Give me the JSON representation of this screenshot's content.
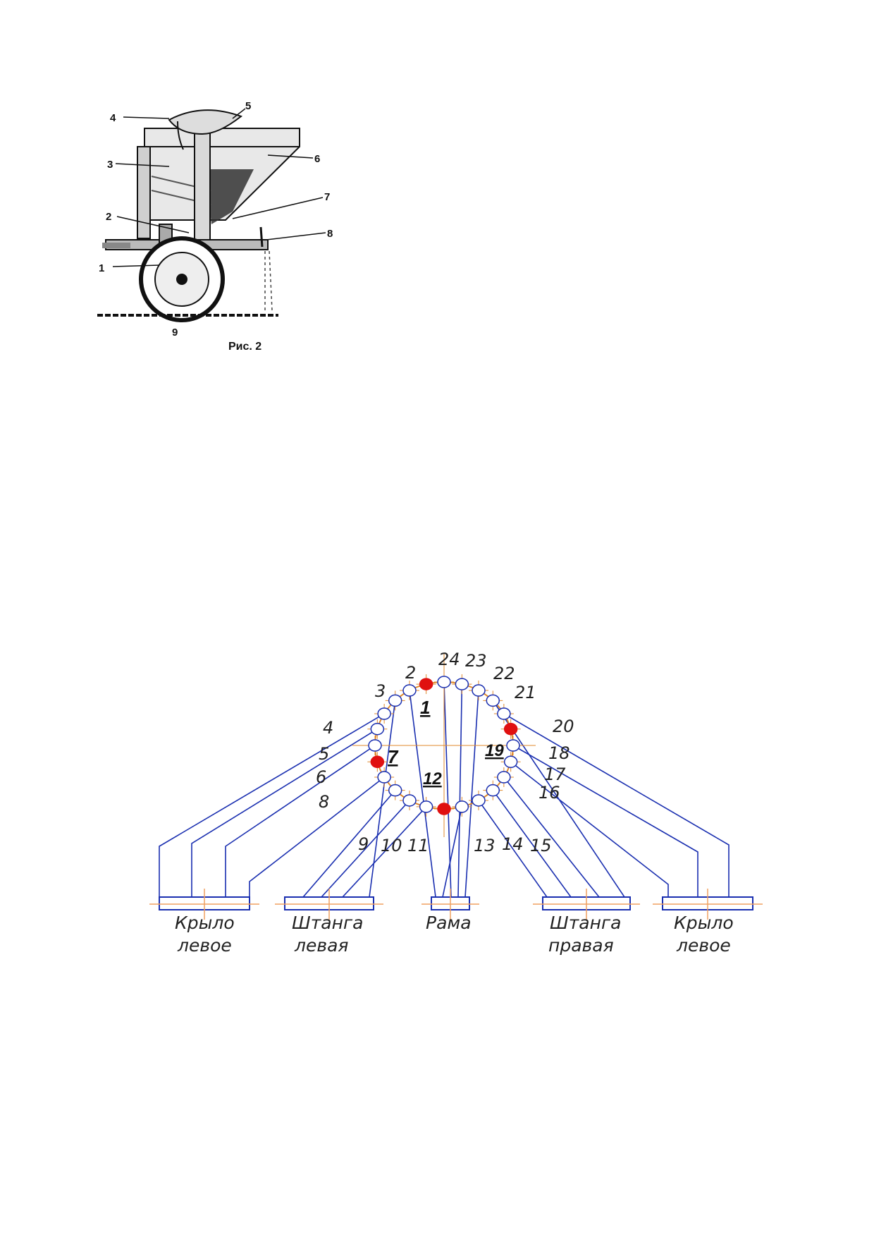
{
  "figure1": {
    "caption": "Рис. 2",
    "callouts": [
      "1",
      "2",
      "3",
      "4",
      "5",
      "6",
      "7",
      "8",
      "9"
    ]
  },
  "figure2": {
    "ring_labels": [
      "2",
      "3",
      "4",
      "5",
      "6",
      "8",
      "9",
      "10",
      "11",
      "13",
      "14",
      "15",
      "16",
      "17",
      "18",
      "20",
      "21",
      "22",
      "23",
      "24"
    ],
    "bold_labels": [
      "1",
      "7",
      "12",
      "19"
    ],
    "groups": [
      {
        "line1": "Крыло",
        "line2": "левое"
      },
      {
        "line1": "Штанга",
        "line2": "левая"
      },
      {
        "line1": "Рама",
        "line2": ""
      },
      {
        "line1": "Штанга",
        "line2": "правая"
      },
      {
        "line1": "Крыло",
        "line2": "левое"
      }
    ],
    "colors": {
      "wire": "#1a2fb0",
      "ring": "#e08a2c",
      "marked": "#e01010",
      "bus": "#f0a060"
    }
  }
}
